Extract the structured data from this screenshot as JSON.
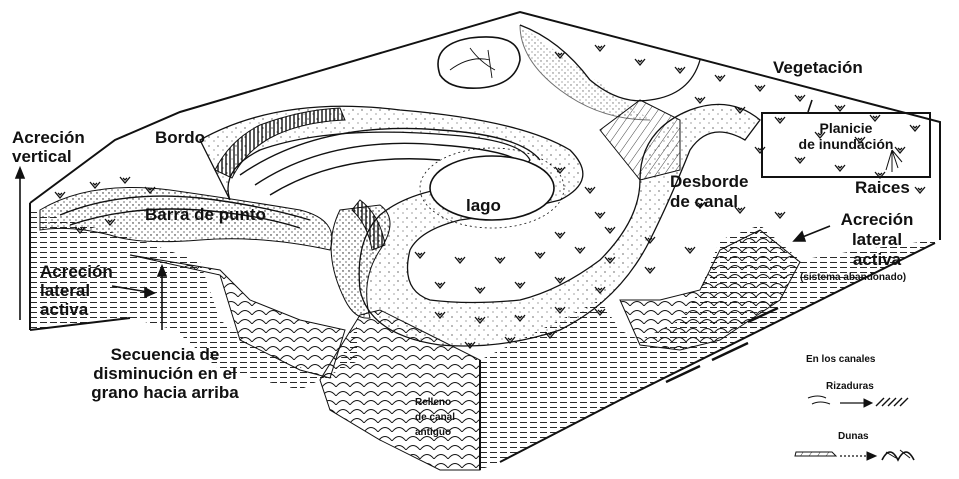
{
  "labels": {
    "acrecion_vertical": "Acreción\nvertical",
    "bordo": "Bordo",
    "barra_de_punto": "Barra de punto",
    "lago": "lago",
    "desborde_de_canal": "Desborde\nde canal",
    "vegetacion": "Vegetación",
    "planicie_de_inundacion": "Planicie\nde inundación",
    "raices": "Raices",
    "acrecion_lateral_activa_left": "Acreción\nlateral\nactiva",
    "acrecion_lateral_activa_right": "Acreción\nlateral\nactiva",
    "sistema_abandonado": "(sistema abandonado)",
    "secuencia": "Secuencia de\ndisminución en el\ngrano hacia arriba",
    "relleno": "Relleno\nde canal\nantiguo"
  },
  "legend": {
    "title": "En los canales",
    "rizaduras": "Rizaduras",
    "dunas": "Dunas"
  },
  "colors": {
    "ink": "#111111",
    "paper": "#ffffff"
  }
}
